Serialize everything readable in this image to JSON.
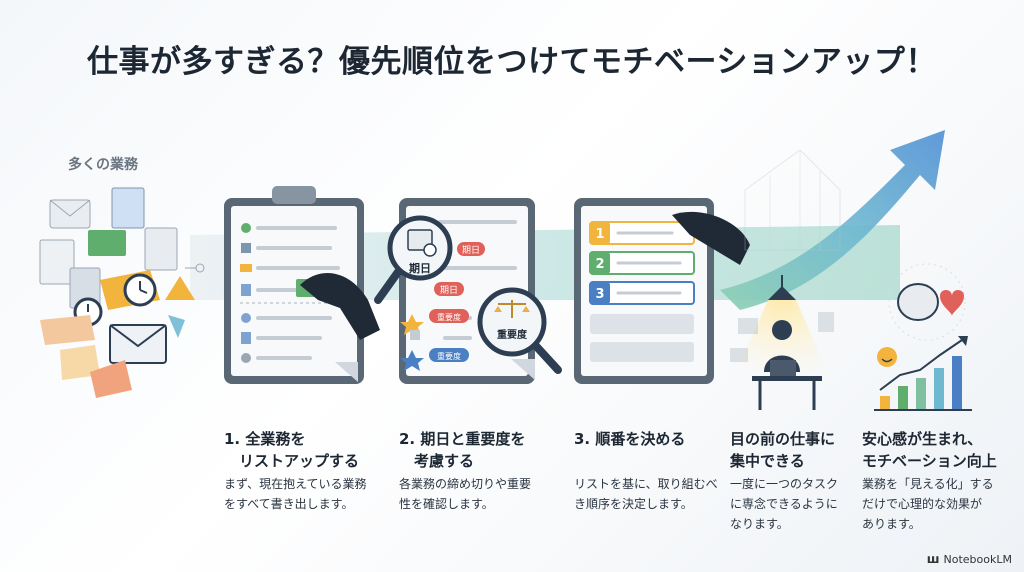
{
  "title": "仕事が多すぎる？優先順位をつけてモチベーションアップ！",
  "intro_label": "多くの業務",
  "clipboard2": {
    "magnifier1_label": "期日",
    "magnifier2_label": "重要度",
    "tags": [
      "期日",
      "期日",
      "重要度",
      "重要度"
    ]
  },
  "clipboard3": {
    "rank_numbers": [
      "1",
      "2",
      "3"
    ]
  },
  "steps": [
    {
      "title": "1. 全業務を\n　リストアップする",
      "desc": "まず、現在抱えている業務\nをすべて書き出します。"
    },
    {
      "title": "2. 期日と重要度を\n　考慮する",
      "desc": "各業務の締め切りや重要\n性を確認します。"
    },
    {
      "title": "3. 順番を決める",
      "desc": "リストを基に、取り組むべ\nき順序を決定します。"
    },
    {
      "title": "目の前の仕事に\n集中できる",
      "desc": "一度に一つのタスク\nに専念できるように\nなります。"
    },
    {
      "title": "安心感が生まれ、\nモチベーション向上",
      "desc": "業務を「見える化」する\nだけで心理的な効果が\nあります。"
    }
  ],
  "brand": "NotebookLM",
  "colors": {
    "accent_red": "#e0605a",
    "accent_blue": "#4b7fc4",
    "accent_green": "#5fae6e",
    "accent_yellow": "#f2b43c",
    "navy": "#2d3e52"
  }
}
